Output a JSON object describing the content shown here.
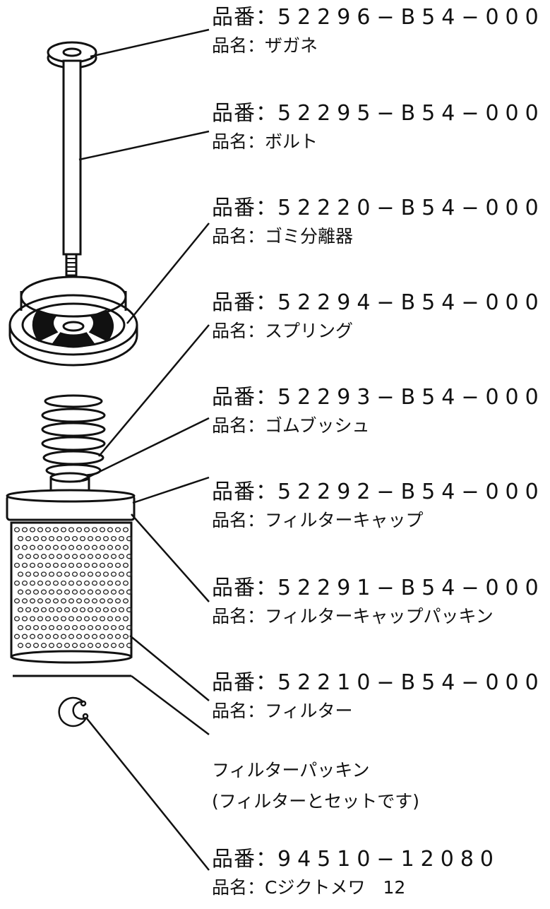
{
  "parts": [
    {
      "number_label": "品番：",
      "number": "52296−B54−000",
      "name_label": "品名：",
      "name": "ザガネ"
    },
    {
      "number_label": "品番：",
      "number": "52295−B54−000",
      "name_label": "品名：",
      "name": "ボルト"
    },
    {
      "number_label": "品番：",
      "number": "52220−B54−000",
      "name_label": "品名：",
      "name": "ゴミ分離器"
    },
    {
      "number_label": "品番：",
      "number": "52294−B54−000",
      "name_label": "品名：",
      "name": "スプリング"
    },
    {
      "number_label": "品番：",
      "number": "52293−B54−000",
      "name_label": "品名：",
      "name": "ゴムブッシュ"
    },
    {
      "number_label": "品番：",
      "number": "52292−B54−000",
      "name_label": "品名：",
      "name": "フィルターキャップ"
    },
    {
      "number_label": "品番：",
      "number": "52291−B54−000",
      "name_label": "品名：",
      "name": "フィルターキャップパッキン"
    },
    {
      "number_label": "品番：",
      "number": "52210−B54−000",
      "name_label": "品名：",
      "name": "フィルター"
    },
    {
      "number_label": "品番：",
      "number": "94510−12080",
      "name_label": "品名：",
      "name": "Cジクトメワ　12"
    }
  ],
  "gasket_note": {
    "line1": "フィルターパッキン",
    "line2": "(フィルターとセットです)"
  }
}
